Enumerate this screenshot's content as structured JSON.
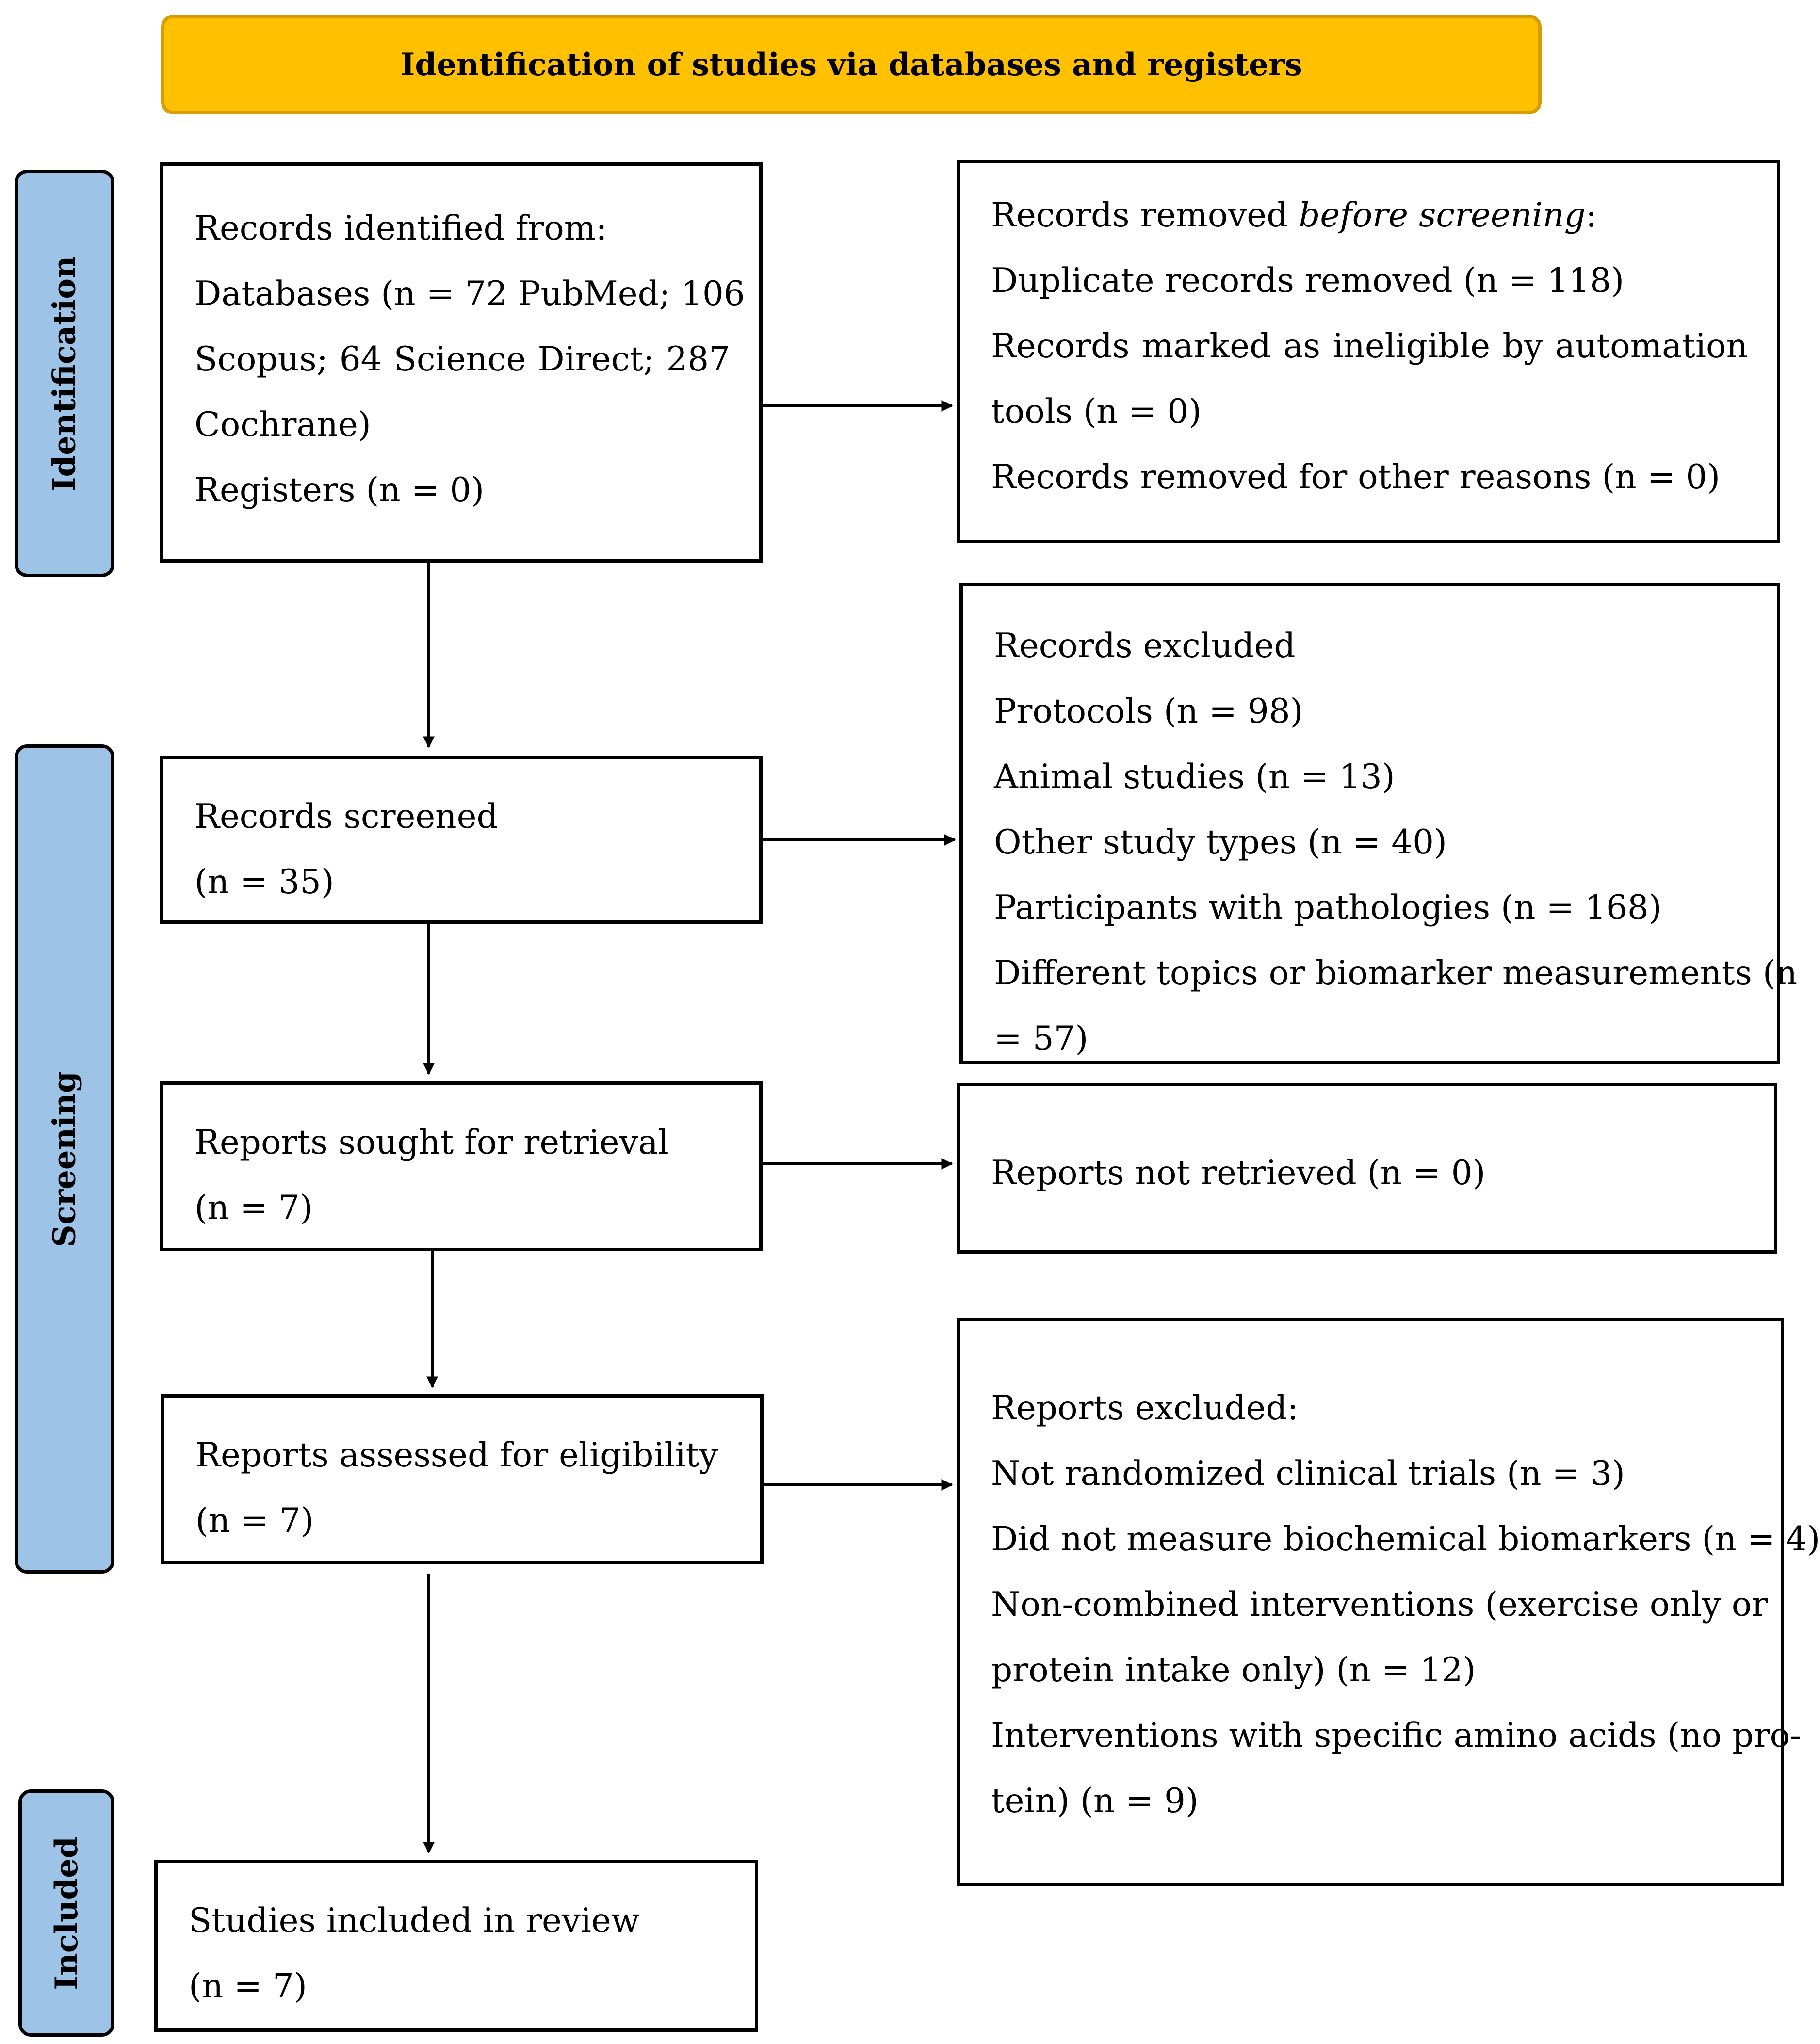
{
  "colors": {
    "header_fill": "#ffc000",
    "phase_fill": "#9dc3e6",
    "border": "#000000"
  },
  "header": {
    "title": "Identification of studies via databases and registers"
  },
  "phases": {
    "identification": "Identification",
    "screening": "Screening",
    "included": "Included"
  },
  "identified": {
    "line1": "Records identified from:",
    "databases": {
      "w1": "Databases",
      "w2": "(n",
      "w3": "=",
      "w4": "72",
      "w5": "PubMed;",
      "w6": "106",
      "w7": "Scopus;",
      "w8": "64",
      "w9": "Science",
      "w10": "Direct;",
      "w11": "287"
    },
    "line4": "Cochrane)",
    "line5": "Registers (n = 0)"
  },
  "removed": {
    "line1_prefix": "Records removed ",
    "line1_italic": "before screening",
    "line1_suffix": ":",
    "line2": "Duplicate records removed (n = 118)",
    "ineligible": {
      "w1": "Records",
      "w2": "marked",
      "w3": "as",
      "w4": "ineligible",
      "w5": "by",
      "w6": "automation"
    },
    "line4": "tools (n = 0)",
    "line5": "Records removed for other reasons (n = 0)"
  },
  "screened": {
    "label": "Records screened",
    "count": "(n = 35)"
  },
  "excluded": {
    "title": "Records excluded",
    "items": [
      "Protocols (n = 98)",
      "Animal studies (n = 13)",
      "Other study types (n = 40)",
      "Participants with pathologies (n = 168)",
      "Different topics or biomarker measurements (n",
      "= 57)"
    ]
  },
  "sought": {
    "label": "Reports sought for retrieval",
    "count": "(n = 7)"
  },
  "not_retrieved": {
    "label": "Reports not retrieved (n = 0)"
  },
  "assessed": {
    "label": "Reports assessed for eligibility",
    "count": "(n = 7)"
  },
  "reports_excluded": {
    "title": "Reports excluded:",
    "line1": "Not randomized clinical trials (n = 3)",
    "line2": "Did not measure biochemical biomarkers (n = 4)",
    "noncombined": {
      "w1": "Non-combined",
      "w2": "interventions",
      "w3": "(exercise",
      "w4": "only",
      "w5": "or"
    },
    "line4": "protein intake only) (n = 12)",
    "line5": "Interventions with specific amino acids (no pro-",
    "line6": "tein) (n = 9)"
  },
  "included": {
    "label": "Studies included in review",
    "count": "(n = 7)"
  }
}
